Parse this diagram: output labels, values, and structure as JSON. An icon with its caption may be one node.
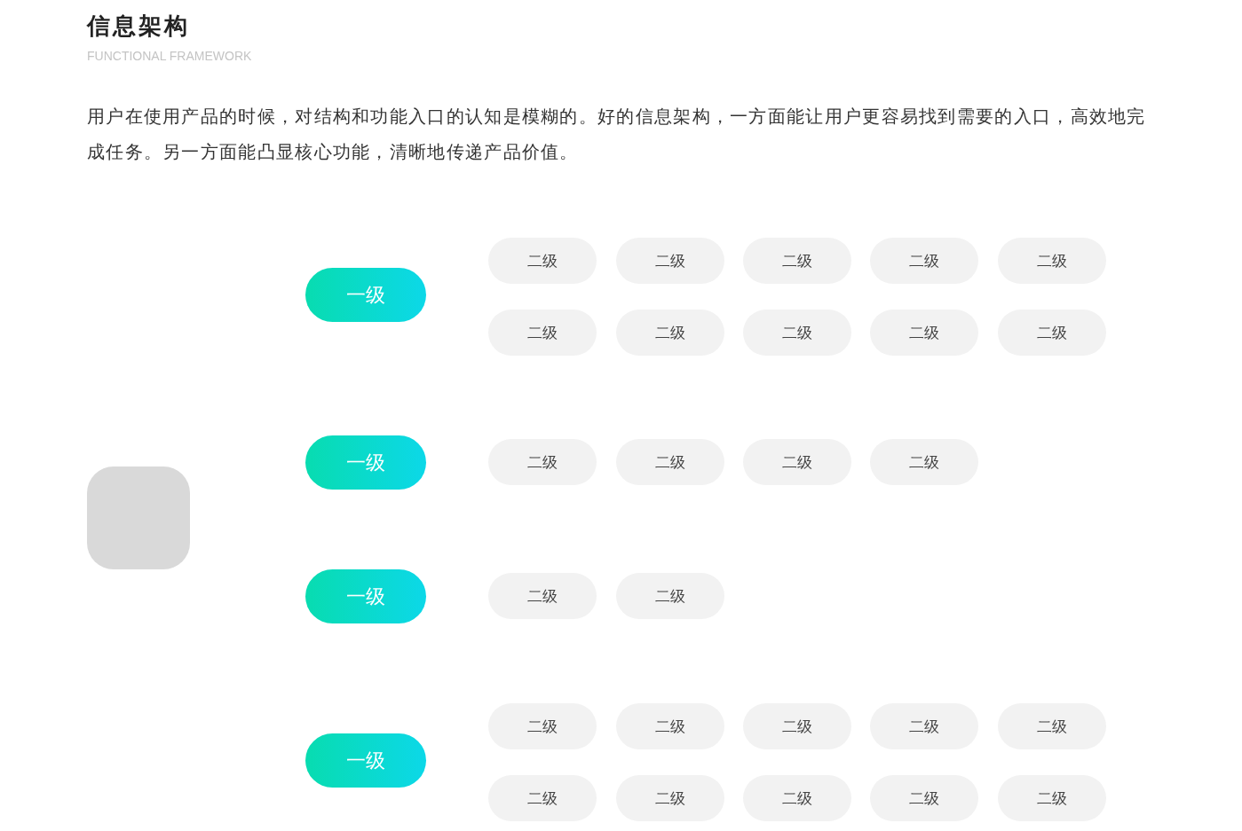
{
  "diagram": {
    "title": "信息架构",
    "nodes": [
      {
        "text": [],
        "shape": "box"
      },
      {
        "text": [
          "一级"
        ]
      },
      {
        "text": [
          "二级"
        ]
      },
      {
        "text": [
          "二级"
        ]
      },
      {
        "text": [
          "二级"
        ]
      },
      {
        "text": [
          "二级"
        ]
      },
      {
        "text": [
          "二级"
        ]
      },
      {
        "text": [
          "二级"
        ]
      },
      {
        "text": [
          "二级"
        ]
      },
      {
        "text": [
          "二级"
        ]
      },
      {
        "text": [
          "二级"
        ]
      },
      {
        "text": [
          "二级"
        ]
      },
      {
        "text": [
          "一级"
        ]
      },
      {
        "text": [
          "二级"
        ]
      },
      {
        "text": [
          "二级"
        ]
      },
      {
        "text": [
          "二级"
        ]
      },
      {
        "text": [
          "二级"
        ]
      },
      {
        "text": [
          "一级"
        ]
      },
      {
        "text": [
          "二级"
        ]
      },
      {
        "text": [
          "二级"
        ]
      },
      {
        "text": [
          "一级"
        ]
      },
      {
        "text": [
          "二级"
        ]
      },
      {
        "text": [
          "二级"
        ]
      },
      {
        "text": [
          "二级"
        ]
      },
      {
        "text": [
          "二级"
        ]
      },
      {
        "text": [
          "二级"
        ]
      },
      {
        "text": [
          "二级"
        ]
      },
      {
        "text": [
          "二级"
        ]
      },
      {
        "text": [
          "二级"
        ]
      },
      {
        "text": [
          "二级"
        ]
      },
      {
        "text": [
          "二级"
        ]
      }
    ],
    "labels": [
      "FUNCTIONAL FRAMEWORK",
      "用户在使用产品的时候，对结构和功能入口的认知是模糊的。好的信息架构，一方面能让用户更容易找到需要的入口，高效地完成任务。另一方面能凸显核心功能，清晰地传递产品价值。"
    ]
  }
}
